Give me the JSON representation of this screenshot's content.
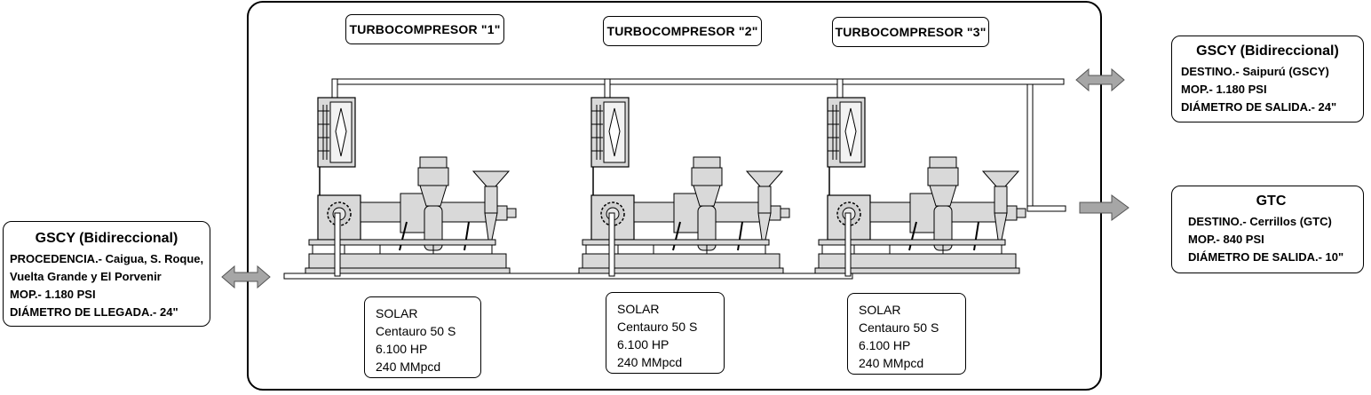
{
  "turbocompressors": [
    {
      "label": "TURBOCOMPRESOR \"1\"",
      "spec": [
        "SOLAR",
        "Centauro 50 S",
        "6.100 HP",
        "240 MMpcd"
      ]
    },
    {
      "label": "TURBOCOMPRESOR \"2\"",
      "spec": [
        "SOLAR",
        "Centauro 50 S",
        "6.100 HP",
        "240 MMpcd"
      ]
    },
    {
      "label": "TURBOCOMPRESOR \"3\"",
      "spec": [
        "SOLAR",
        "Centauro 50 S",
        "6.100 HP",
        "240 MMpcd"
      ]
    }
  ],
  "inlet": {
    "title": "GSCY (Bidireccional)",
    "lines": [
      "PROCEDENCIA.- Caigua,  S. Roque,",
      "Vuelta Grande y El Porvenir",
      "MOP.- 1.180 PSI",
      "DIÁMETRO DE LLEGADA.- 24\""
    ]
  },
  "outlet_gscy": {
    "title": "GSCY (Bidireccional)",
    "lines": [
      "DESTINO.- Saipurú (GSCY)",
      "MOP.- 1.180 PSI",
      "DIÁMETRO DE SALIDA.- 24\""
    ]
  },
  "outlet_gtc": {
    "title": "GTC",
    "lines": [
      "DESTINO.- Cerrillos (GTC)",
      "MOP.- 840 PSI",
      "DIÁMETRO DE SALIDA.- 10\""
    ]
  },
  "colors": {
    "equipment_fill": "#d9d9d9",
    "arrow_fill": "#a6a6a6",
    "outline": "#000000"
  }
}
